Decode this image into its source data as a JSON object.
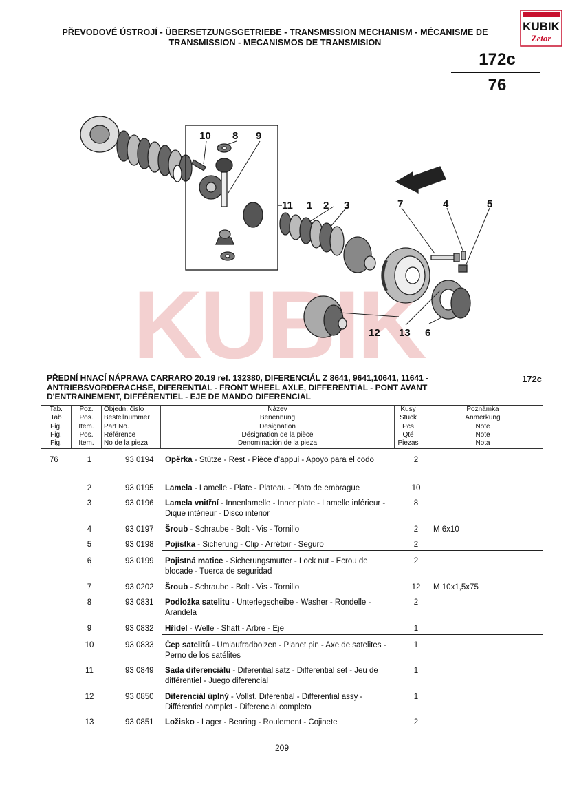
{
  "header": {
    "title_line1": "PŘEVODOVÉ ÚSTROJÍ - ÜBERSETZUNGSGETRIEBE - TRANSMISSION MECHANISM - MÉCANISME DE",
    "title_line2": "TRANSMISSION - MECANISMOS DE TRANSMISION",
    "logo_top": "KUBIK",
    "logo_bottom": "Zetor",
    "table_number": "172c",
    "figure_number": "76"
  },
  "diagram": {
    "callouts": [
      "10",
      "8",
      "9",
      "11",
      "1",
      "2",
      "3",
      "7",
      "4",
      "5",
      "12",
      "13",
      "6"
    ]
  },
  "watermark": {
    "text": "KUBIK"
  },
  "section": {
    "title_line1": "PŘEDNÍ HNACÍ NÁPRAVA CARRARO 20.19 ref. 132380, DIFERENCIÁL Z 8641, 9641,10641, 11641 -",
    "title_line2": "ANTRIEBSVORDERACHSE, DIFERENTIAL - FRONT WHEEL AXLE, DIFFERENTIAL - PONT AVANT",
    "title_line3": "D'ENTRAINEMENT, DIFFÉRENTIEL - EJE DE MANDO DIFERENCIAL",
    "code": "172c"
  },
  "columns": {
    "tab": [
      "Tab.",
      "Tab",
      "Fig.",
      "Fig.",
      "Fig."
    ],
    "pos": [
      "Poz.",
      "Pos.",
      "Item.",
      "Pos.",
      "Item."
    ],
    "part": [
      "Objedn. číslo",
      "Bestellnummer",
      "Part No.",
      "Référence",
      "No de la pieza"
    ],
    "desc": [
      "Název",
      "Benennung",
      "Designation",
      "Désignation de la pièce",
      "Denominación de la pieza"
    ],
    "qty": [
      "Kusy",
      "Stück",
      "Pcs",
      "Qté",
      "Piezas"
    ],
    "note": [
      "Poznámka",
      "Anmerkung",
      "Note",
      "Note",
      "Nota"
    ]
  },
  "rows": [
    {
      "tab": "76",
      "pos": "1",
      "part": "93 0194",
      "name": "Opěrka",
      "desc": " - Stütze - Rest - Pièce d'appui - Apoyo para el codo",
      "qty": "2",
      "note": ""
    },
    {
      "tab": "",
      "pos": "2",
      "part": "93 0195",
      "name": "Lamela",
      "desc": " - Lamelle - Plate - Plateau - Plato de embrague",
      "qty": "10",
      "note": ""
    },
    {
      "tab": "",
      "pos": "3",
      "part": "93 0196",
      "name": "Lamela vnitřní",
      "desc": " - Innenlamelle - Inner plate - Lamelle inférieur - Dique intérieur - Disco interior",
      "qty": "8",
      "note": ""
    },
    {
      "tab": "",
      "pos": "4",
      "part": "93 0197",
      "name": "Šroub",
      "desc": " - Schraube - Bolt - Vis - Tornillo",
      "qty": "2",
      "note": "M 6x10"
    },
    {
      "tab": "",
      "pos": "5",
      "part": "93 0198",
      "name": "Pojistka",
      "desc": " - Sicherung - Clip - Arrétoir - Seguro",
      "qty": "2",
      "note": ""
    },
    {
      "tab": "",
      "pos": "6",
      "part": "93 0199",
      "name": "Pojistná matice",
      "desc": " - Sicherungsmutter - Lock nut - Ecrou de blocade - Tuerca de seguridad",
      "qty": "2",
      "note": ""
    },
    {
      "tab": "",
      "pos": "7",
      "part": "93 0202",
      "name": "Šroub",
      "desc": " - Schraube - Bolt - Vis - Tornillo",
      "qty": "12",
      "note": "M 10x1,5x75"
    },
    {
      "tab": "",
      "pos": "8",
      "part": "93 0831",
      "name": "Podložka satelitu",
      "desc": " - Unterlegscheibe - Washer - Rondelle - Arandela",
      "qty": "2",
      "note": ""
    },
    {
      "tab": "",
      "pos": "9",
      "part": "93 0832",
      "name": "Hřídel",
      "desc": " - Welle - Shaft - Arbre - Eje",
      "qty": "1",
      "note": ""
    },
    {
      "tab": "",
      "pos": "10",
      "part": "93 0833",
      "name": "Čep satelitů",
      "desc": " - Umlaufradbolzen - Planet pin - Axe de satelites - Perno de los satélites",
      "qty": "1",
      "note": ""
    },
    {
      "tab": "",
      "pos": "11",
      "part": "93 0849",
      "name": "Sada diferenciálu",
      "desc": " - Diferential satz - Differential set - Jeu de différentiel - Juego diferencial",
      "qty": "1",
      "note": ""
    },
    {
      "tab": "",
      "pos": "12",
      "part": "93 0850",
      "name": "Diferenciál úplný",
      "desc": " - Vollst. Diferential - Differential assy - Différentiel complet - Diferencial completo",
      "qty": "1",
      "note": ""
    },
    {
      "tab": "",
      "pos": "13",
      "part": "93 0851",
      "name": "Ložisko",
      "desc": " - Lager - Bearing - Roulement - Cojinete",
      "qty": "2",
      "note": ""
    }
  ],
  "footer": {
    "page_number": "209"
  }
}
